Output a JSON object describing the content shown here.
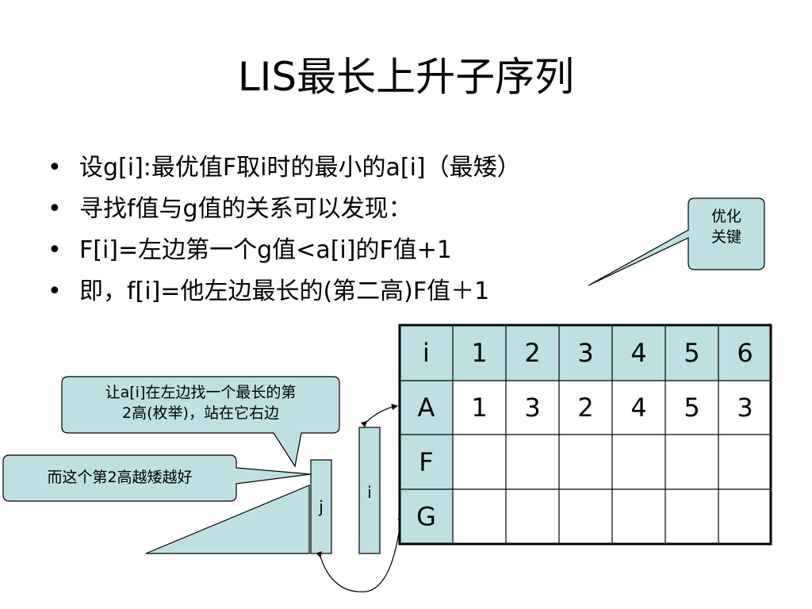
{
  "title": "LIS最长上升子序列",
  "bullets": [
    "设g[i]:最优值F取i时的最小的a[i]（最矮）",
    "寻找f值与g值的关系可以发现：",
    "F[i]=左边第一个g值<a[i]的F值+1",
    "即，f[i]=他左边最长的(第二高)F值＋1"
  ],
  "bullet_symbol": "•",
  "callouts": {
    "optimize": [
      "优化",
      "关键"
    ],
    "enumerate": [
      "让a[i]在左边找一个最长的第",
      "2高(枚举)，站在它右边"
    ],
    "shorter": "而这个第2高越矮越好"
  },
  "bars": {
    "j": "j",
    "i": "i"
  },
  "table": {
    "rows": [
      [
        "i",
        "1",
        "2",
        "3",
        "4",
        "5",
        "6"
      ],
      [
        "A",
        "1",
        "3",
        "2",
        "4",
        "5",
        "3"
      ],
      [
        "F",
        "",
        "",
        "",
        "",
        "",
        ""
      ],
      [
        "G",
        "",
        "",
        "",
        "",
        "",
        ""
      ]
    ]
  },
  "colors": {
    "callout_fill": "#bfe0e3",
    "header_fill": "#bfe0e3",
    "bar_fill": "#bfe0e3",
    "border": "#000000"
  }
}
